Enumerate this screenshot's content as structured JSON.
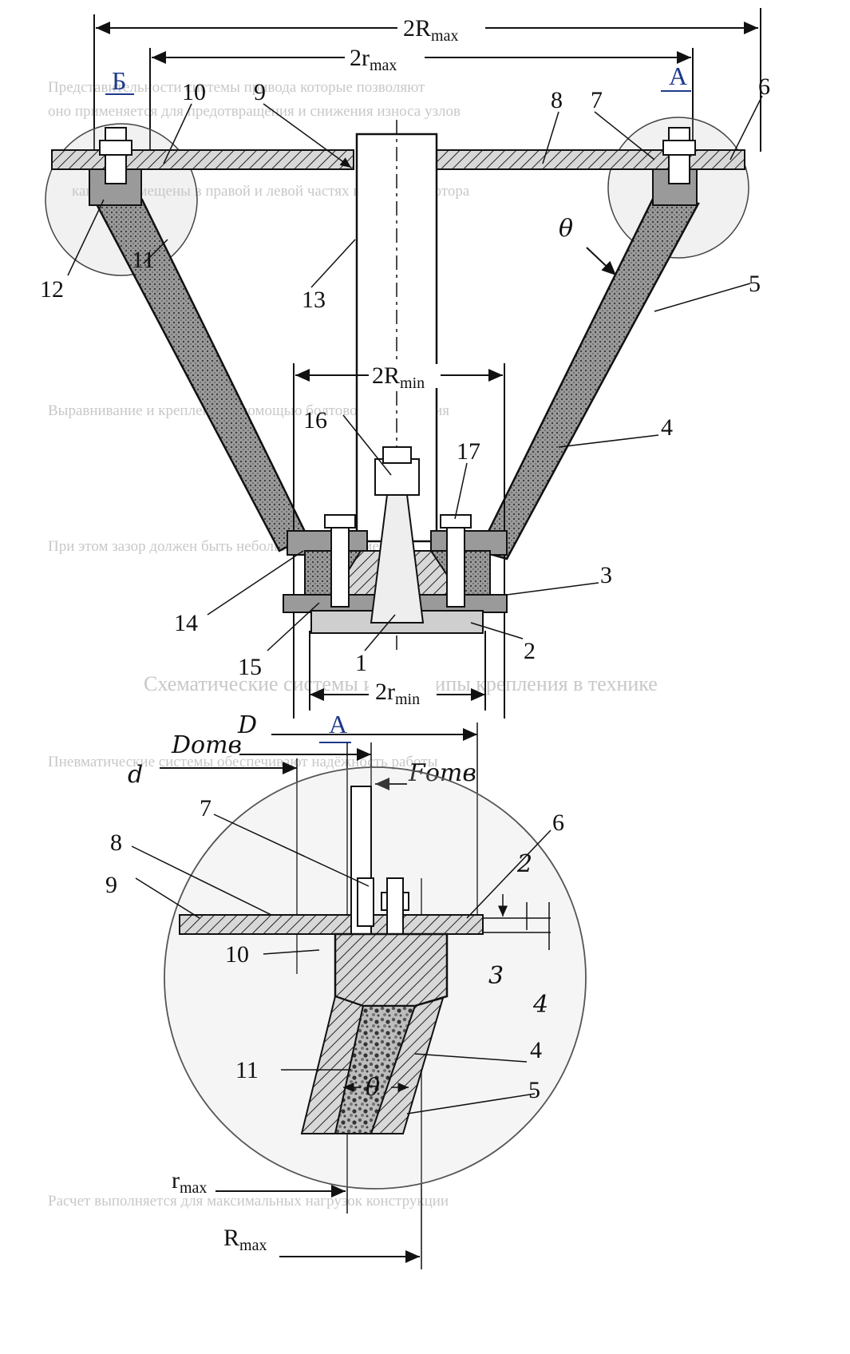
{
  "figure": {
    "dims": {
      "two_R_max": "2R",
      "two_R_max_sub": "max",
      "two_r_max": "2r",
      "two_r_max_sub": "max",
      "two_R_min": "2R",
      "two_R_min_sub": "min",
      "two_r_min": "2r",
      "two_r_min_sub": "min"
    },
    "section_marks": {
      "b": "Б",
      "a": "А"
    },
    "theta": "θ",
    "numbers": [
      "1",
      "2",
      "3",
      "4",
      "5",
      "6",
      "7",
      "8",
      "9",
      "10",
      "11",
      "12",
      "13",
      "14",
      "15",
      "16",
      "17"
    ]
  },
  "detail": {
    "title": "А",
    "dims": {
      "D": "D",
      "D_otv": "Dотв",
      "d": "d",
      "F_otv": "Fотв",
      "r_max": "r",
      "r_max_sub": "max",
      "R_max": "R",
      "R_max_sub": "max"
    },
    "numbers": [
      "7",
      "8",
      "9",
      "6",
      "2",
      "10",
      "3",
      "4",
      "11",
      "4",
      "5"
    ],
    "theta": "θ"
  },
  "background_text": {
    "heading": "Схематические системы и принципы крепления в технике",
    "lines": [
      "Представительности системы привода которые позволяют",
      "оно применяется для предотвращения и снижения износа узлов",
      "каналы помещены в правой и левой частях корпуса. У ротора",
      "Выравнивание и крепление с помощью болтового соединения",
      "При этом зазор должен быть небольшим и равномерным",
      "Пневматические системы обеспечивают надёжность работы",
      "Расчет выполняется для максимальных нагрузок конструкции"
    ]
  }
}
